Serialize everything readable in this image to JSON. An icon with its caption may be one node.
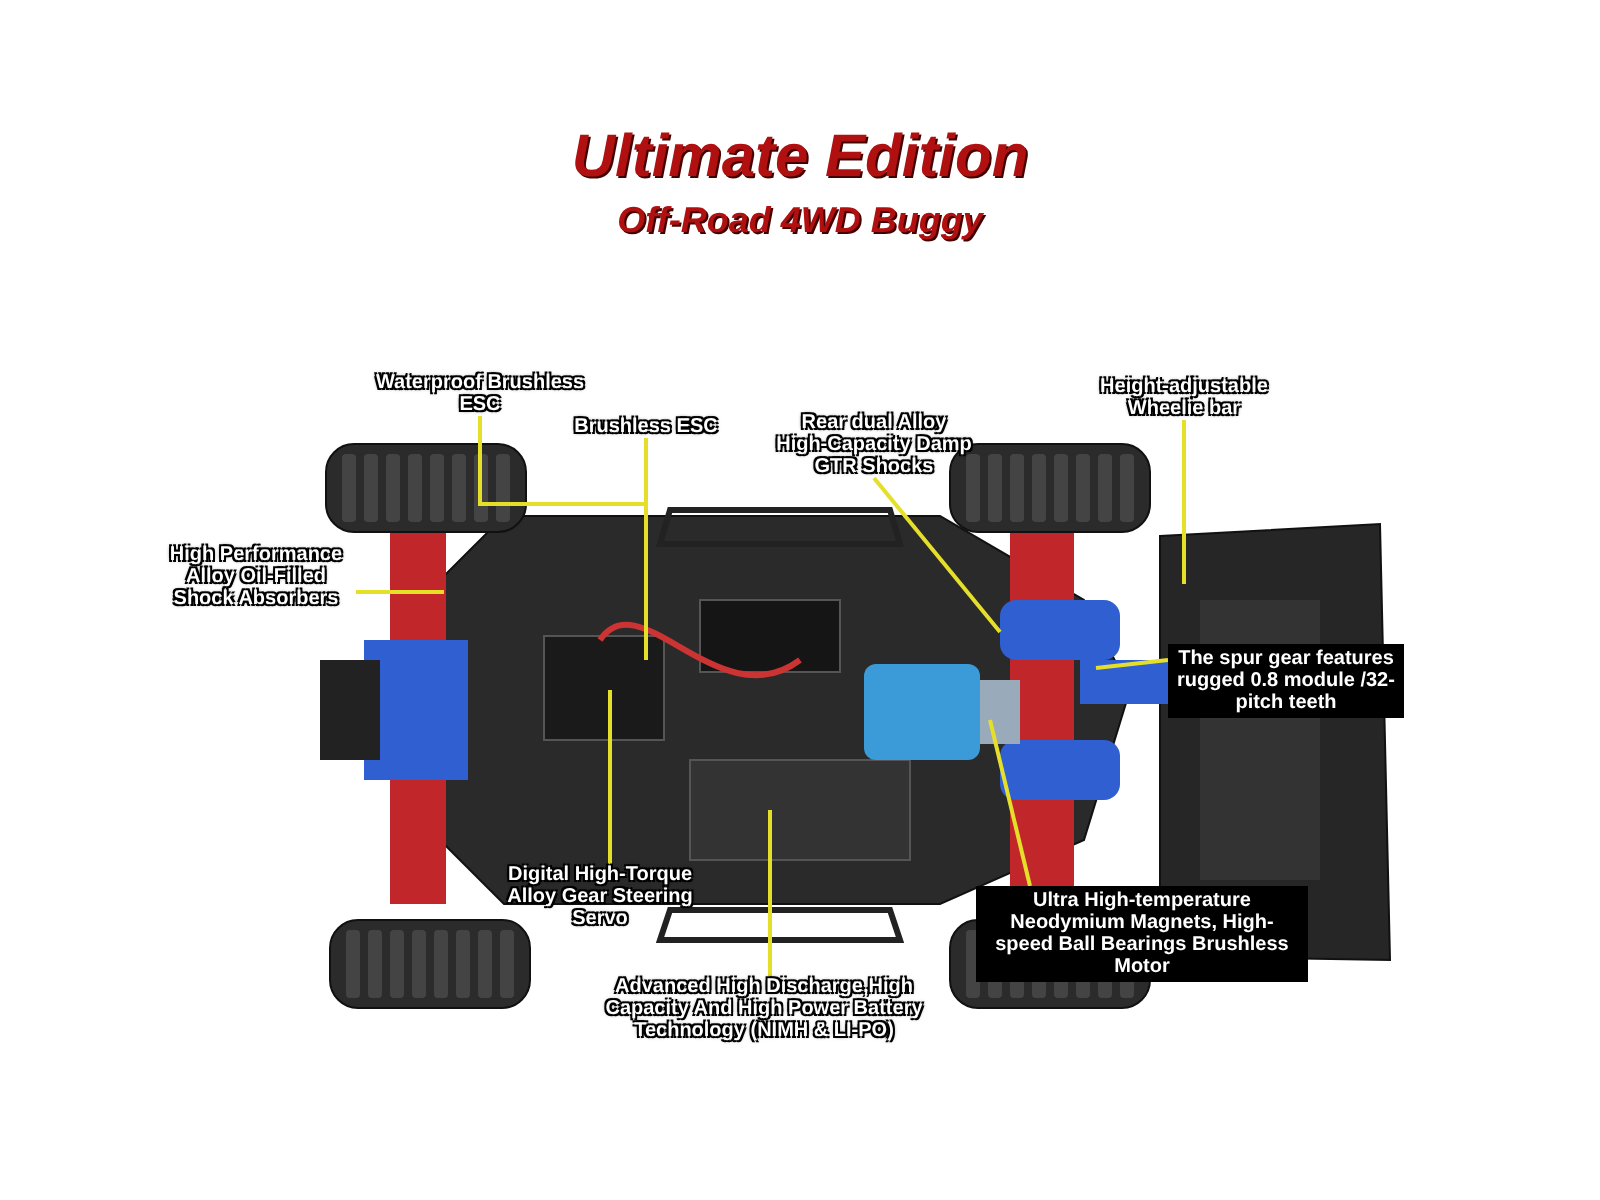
{
  "diagram": {
    "title": "Ultimate Edition",
    "nodes": [
      {
        "text": [
          "Waterproof Brushless ESC"
        ]
      },
      {
        "text": [
          "Brushless ESC"
        ]
      },
      {
        "text": [
          "Rear dual Alloy High-Capacity Damp GTR Shocks"
        ]
      },
      {
        "text": [
          "Height-adjustable Wheelie bar"
        ]
      },
      {
        "text": [
          "High Performance Alloy Oil-Filled Shock Absorbers"
        ]
      },
      {
        "text": [
          "The spur gear features rugged 0.8 module /32-pitch teeth"
        ]
      },
      {
        "text": [
          "Digital High-Torque Alloy Gear Steering Servo"
        ]
      },
      {
        "text": [
          "Ultra High-temperature Neodymium Magnets, High-speed Ball Bearings Brushless Motor"
        ]
      },
      {
        "text": [
          "Advanced High Discharge,High Capacity And High Power Battery Technology (NIMH & LI-PO)"
        ]
      }
    ],
    "edges": [
      {
        "from": 0,
        "to": null,
        "arrow": "none"
      },
      {
        "from": 1,
        "to": null,
        "arrow": "none"
      },
      {
        "from": 2,
        "to": null,
        "arrow": "none"
      },
      {
        "from": 3,
        "to": null,
        "arrow": "none"
      },
      {
        "from": 4,
        "to": null,
        "arrow": "none"
      },
      {
        "from": 5,
        "to": null,
        "arrow": "none"
      },
      {
        "from": 6,
        "to": null,
        "arrow": "none"
      },
      {
        "from": 7,
        "to": null,
        "arrow": "none"
      },
      {
        "from": 8,
        "to": null,
        "arrow": "none"
      }
    ],
    "labels": [
      "Off-Road 4WD Buggy"
    ]
  }
}
